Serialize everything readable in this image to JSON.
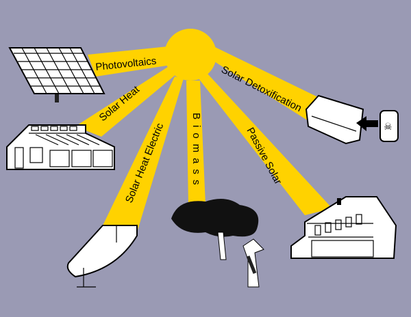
{
  "diagram": {
    "labels": {
      "photovoltaics": "Photovoltaics",
      "solar_heat": "Solar Heat",
      "solar_heat_electric": "Solar Heat Electric",
      "biomass": "Biomass",
      "passive_solar": "Passive Solar",
      "solar_detoxification": "Solar Detoxification"
    },
    "colors": {
      "background": "#9a9ab4",
      "sun": "#ffd200"
    }
  }
}
